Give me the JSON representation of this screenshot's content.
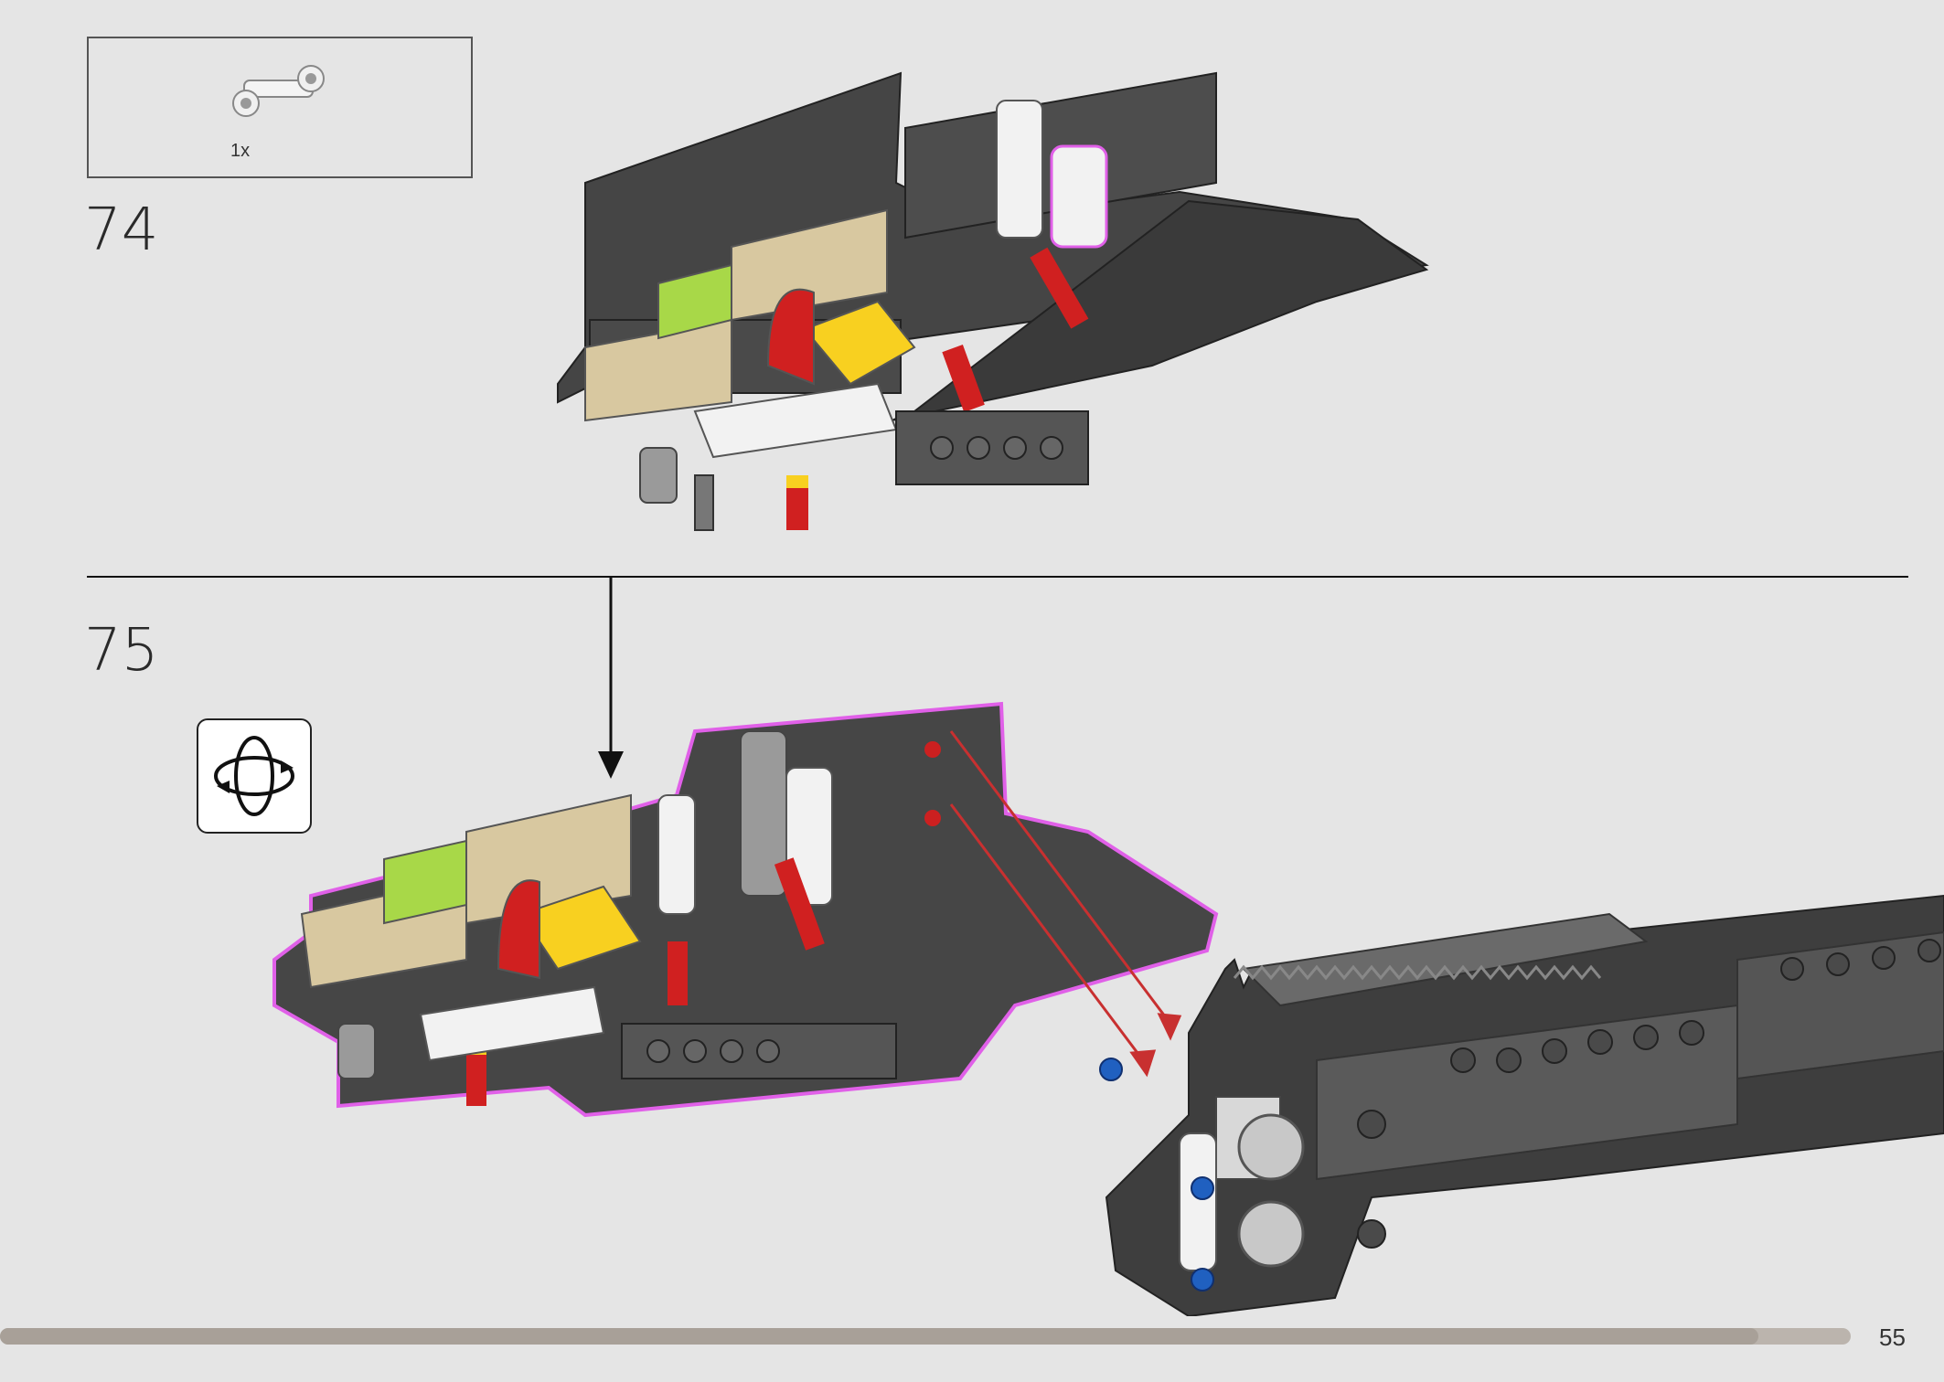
{
  "parts_callout": {
    "quantity": "1x",
    "part_icon": "technic-axle-connector-icon"
  },
  "steps": [
    {
      "number": "74"
    },
    {
      "number": "75"
    }
  ],
  "rotate_model_icon": "rotate-model-icon",
  "progress": {
    "fraction": 0.95
  },
  "page_number": "55",
  "colors": {
    "background": "#e5e5e5",
    "dark_grey": "#3a3a3a",
    "highlight_magenta": "#e060e8",
    "arrow_red": "#c83030",
    "tan": "#d8c8a0",
    "lime": "#a8d848",
    "yellow": "#f8d020",
    "red": "#d02020",
    "blue": "#2060c0"
  }
}
